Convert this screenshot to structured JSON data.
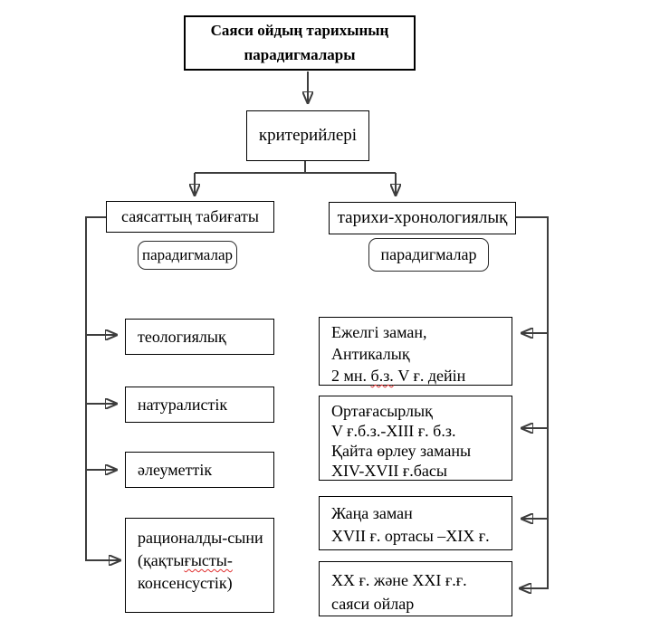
{
  "colors": {
    "box_border": "#000000",
    "connector_line": "#3d3d3d",
    "arrowhead": "#000000",
    "spellcheck_underline": "#e03030",
    "background": "#ffffff"
  },
  "root_box": {
    "label": "Саяси ойдың тарихының парадигмалары"
  },
  "criteria_box": {
    "label": "критерийлері"
  },
  "branches": {
    "left": {
      "label": "саясаттың табиғаты",
      "paradigm_label": "парадигмалар"
    },
    "right": {
      "label": "тарихи-хронологиялық",
      "paradigm_label": "парадигмалар"
    }
  },
  "left_column": [
    {
      "text": "теологиялық"
    },
    {
      "text": "натуралистік"
    },
    {
      "text": "әлеуметтік"
    },
    {
      "line1": "рационалды-сыни",
      "line2_pre": "(қақты",
      "line2_misspelled": "ғысты-",
      "line3": "консенсустік)"
    }
  ],
  "right_column": [
    {
      "line1": "Ежелгі заман,",
      "line2": "Антикалық",
      "line3_pre": "2 мн. ",
      "line3_misspelled": "б.з.",
      "line3_post": " V ғ. дейін"
    },
    {
      "line1": "Ортағасырлық",
      "line2": "V ғ.б.з.-XIII ғ. б.з.",
      "line3": "Қайта өрлеу заманы",
      "line4": "XIV-XVII ғ.басы"
    },
    {
      "line1": "Жаңа заман",
      "line2": "XVII ғ. ортасы –XIX ғ."
    },
    {
      "line1": "XX ғ. және XXI ғ.ғ.",
      "line2": "саяси ойлар"
    }
  ]
}
